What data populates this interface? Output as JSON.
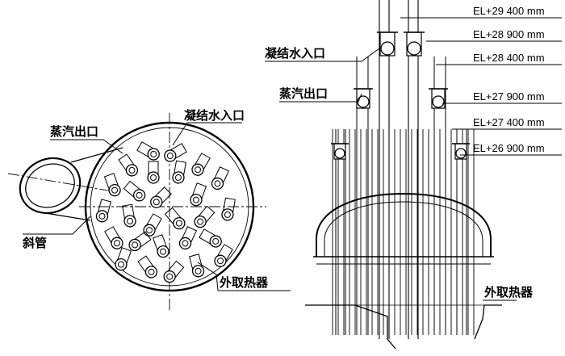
{
  "plan_view": {
    "labels": {
      "steam_outlet": "蒸汽出口",
      "condensate_inlet": "凝结水入口",
      "inclined_pipe": "斜管",
      "external_heat_remover": "外取热器"
    }
  },
  "elevation_view": {
    "labels": {
      "condensate_inlet": "凝结水入口",
      "steam_outlet": "蒸汽出口",
      "external_heat_remover": "外取热器"
    },
    "elevations": [
      "EL+29 400 mm",
      "EL+28 900 mm",
      "EL+28 400 mm",
      "EL+27 900 mm",
      "EL+27 400 mm",
      "EL+26 900 mm"
    ]
  }
}
